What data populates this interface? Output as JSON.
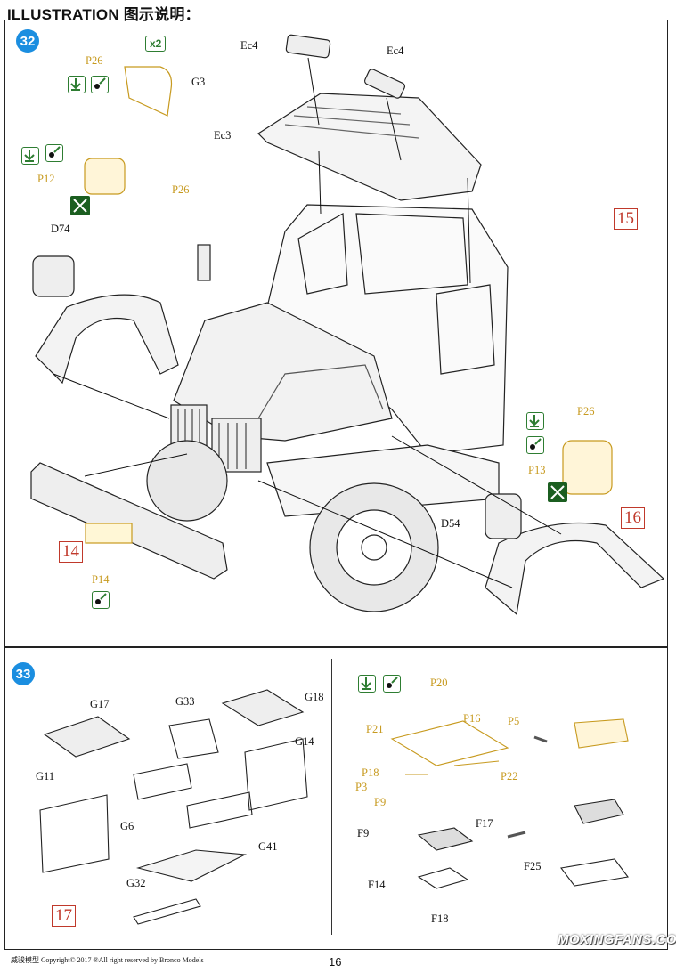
{
  "header": {
    "title": "ILLUSTRATION 图示说明："
  },
  "steps": [
    {
      "number": "32"
    },
    {
      "number": "33"
    }
  ],
  "step32": {
    "refs": [
      "15",
      "16",
      "14"
    ],
    "multiplier": "x2",
    "labels": {
      "p26a": "P26",
      "g3": "G3",
      "ec4a": "Ec4",
      "ec4b": "Ec4",
      "ec3": "Ec3",
      "p12": "P12",
      "p26b": "P26",
      "d74": "D74",
      "p26c": "P26",
      "p13": "P13",
      "d54": "D54",
      "p14": "P14"
    }
  },
  "step33": {
    "refs": [
      "17"
    ],
    "labels": {
      "g17": "G17",
      "g33": "G33",
      "g18": "G18",
      "g14": "G14",
      "g11": "G11",
      "g6": "G6",
      "g41": "G41",
      "g32": "G32",
      "p20": "P20",
      "p21": "P21",
      "p16": "P16",
      "p5": "P5",
      "p18": "P18",
      "p3": "P3",
      "p22": "P22",
      "p9": "P9",
      "f9": "F9",
      "f17": "F17",
      "f14": "F14",
      "f18": "F18",
      "f25": "F25"
    }
  },
  "footer": {
    "left": "威骏模型  Copyright© 2017  ®All right reserved by Bronco Models",
    "page": "16"
  },
  "watermark": "MOXINGFANS.COM",
  "colors": {
    "step_badge": "#1b8ee0",
    "photo_etch": "#c79a1f",
    "ref_box": "#c0392b",
    "icon_green": "#2e7d32"
  }
}
